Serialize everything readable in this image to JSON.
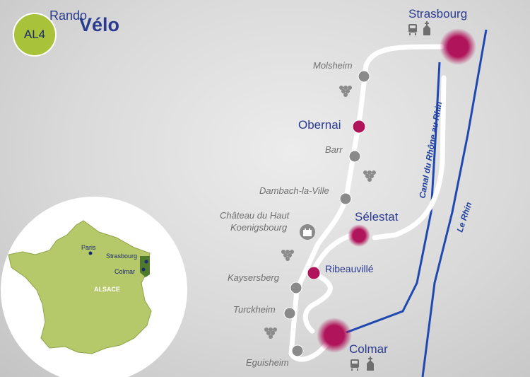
{
  "brand": {
    "badge": "AL4",
    "rando": "Rando",
    "velo": "Vélo"
  },
  "colors": {
    "route": "#ffffff",
    "stop": "#8a8a8a",
    "city": "#b0145a",
    "river": "#1f48b0",
    "france": "#b5c96a",
    "accent": "#a8c23a"
  },
  "places": {
    "strasbourg": "Strasbourg",
    "molsheim": "Molsheim",
    "obernai": "Obernai",
    "barr": "Barr",
    "dambach": "Dambach-la-Ville",
    "chateau_line1": "Château du Haut",
    "chateau_line2": "Koenigsbourg",
    "selestat": "Sélestat",
    "ribeauville": "Ribeauvillé",
    "kaysersberg": "Kaysersberg",
    "turckheim": "Turckheim",
    "colmar": "Colmar",
    "eguisheim": "Eguisheim"
  },
  "rivers": {
    "canal": "Canal du Rhône au Rhin",
    "rhin": "Le Rhin"
  },
  "inset": {
    "paris": "Paris",
    "strasbourg": "Strasbourg",
    "colmar": "Colmar",
    "region": "ALSACE"
  },
  "icons": [
    "train-icon",
    "church-icon",
    "grapes-icon",
    "castle-icon"
  ]
}
